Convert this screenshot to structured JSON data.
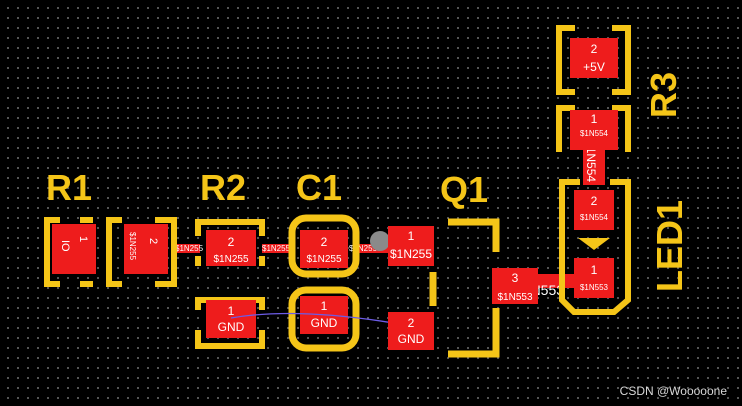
{
  "designators": {
    "r1": "R1",
    "r2": "R2",
    "c1": "C1",
    "q1": "Q1",
    "r3": "R3",
    "led1": "LED1"
  },
  "pads": {
    "r1_p1": {
      "number": "1",
      "net": "IO"
    },
    "r1_p2": {
      "number": "2",
      "net": "$1N255"
    },
    "r2_p2": {
      "number": "2",
      "net": "$1N255"
    },
    "r2_p1": {
      "number": "1",
      "net": "GND"
    },
    "c1_p2": {
      "number": "2",
      "net": "$1N255"
    },
    "c1_p1": {
      "number": "1",
      "net": "GND"
    },
    "q1_p1": {
      "number": "1",
      "net": "$1N255"
    },
    "q1_p2": {
      "number": "2",
      "net": "GND"
    },
    "q1_p3": {
      "number": "3",
      "net": "$1N553"
    },
    "led1_p1": {
      "number": "1",
      "net": "$1N553"
    },
    "led1_p2": {
      "number": "2",
      "net": "$1N554"
    },
    "r3_p1": {
      "number": "1",
      "net": "$1N554"
    },
    "r3_p2": {
      "number": "2",
      "net": "+5V"
    }
  },
  "track_labels": {
    "t1": "$1N255",
    "t2": "$1N255",
    "t3": "$1N255",
    "t4": "$1N553",
    "t5": "$1N554"
  },
  "watermark": "CSDN @Wooooone",
  "colors": {
    "background": "#000000",
    "silkscreen": "#f5c518",
    "copper": "#ee1c1c",
    "ratsnest": "#6c5ce7"
  }
}
